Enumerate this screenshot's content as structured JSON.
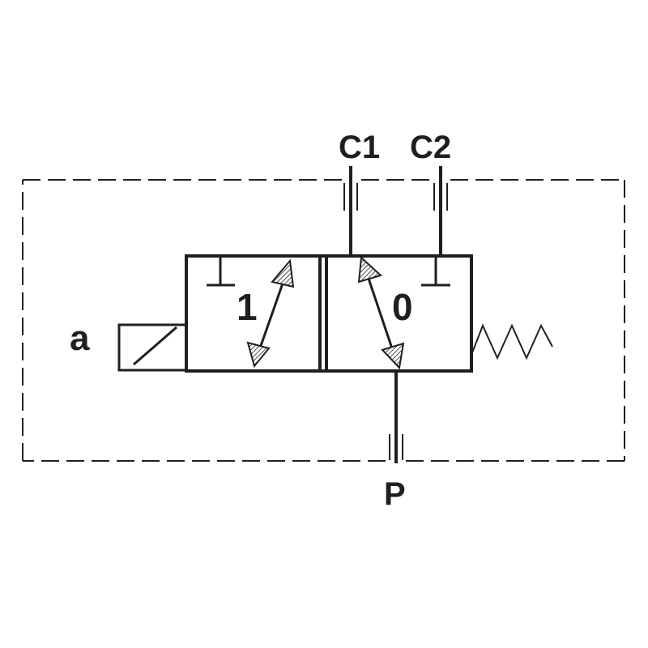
{
  "ports": {
    "c1": "C1",
    "c2": "C2",
    "p": "P"
  },
  "actuator": {
    "label": "a"
  },
  "positions": {
    "left": "1",
    "right": "0"
  },
  "colors": {
    "line": "#1f1f1f",
    "background": "#ffffff"
  }
}
